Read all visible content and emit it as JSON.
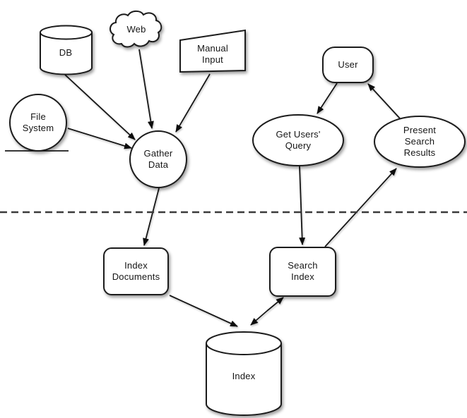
{
  "diagram": {
    "background_color": "#ffffff",
    "stroke_color": "#1a1a1a",
    "fill_color": "#ffffff",
    "divider": {
      "style": "dashed",
      "orientation": "horizontal"
    },
    "nodes": {
      "db": {
        "label": "DB",
        "shape": "cylinder"
      },
      "web": {
        "label": "Web",
        "shape": "cloud"
      },
      "manual_input": {
        "label": "Manual Input",
        "shape": "manual-input-box"
      },
      "file_system": {
        "label": "File System",
        "shape": "circle"
      },
      "gather_data": {
        "label": "Gather Data",
        "shape": "circle"
      },
      "user": {
        "label": "User",
        "shape": "rounded-rectangle"
      },
      "get_users_query": {
        "label": "Get Users' Query",
        "shape": "ellipse"
      },
      "present_search_results": {
        "label": "Present Search Results",
        "shape": "ellipse"
      },
      "index_documents": {
        "label": "Index Documents",
        "shape": "rounded-rectangle"
      },
      "search_index": {
        "label": "Search Index",
        "shape": "rounded-rectangle"
      },
      "index": {
        "label": "Index",
        "shape": "cylinder"
      }
    },
    "edges": [
      {
        "from": "db",
        "to": "gather_data",
        "arrow": "end"
      },
      {
        "from": "web",
        "to": "gather_data",
        "arrow": "end"
      },
      {
        "from": "manual_input",
        "to": "gather_data",
        "arrow": "end"
      },
      {
        "from": "file_system",
        "to": "gather_data",
        "arrow": "end"
      },
      {
        "from": "gather_data",
        "to": "index_documents",
        "arrow": "end"
      },
      {
        "from": "user",
        "to": "get_users_query",
        "arrow": "end"
      },
      {
        "from": "present_search_results",
        "to": "user",
        "arrow": "end"
      },
      {
        "from": "get_users_query",
        "to": "search_index",
        "arrow": "end"
      },
      {
        "from": "search_index",
        "to": "present_search_results",
        "arrow": "end"
      },
      {
        "from": "index_documents",
        "to": "index",
        "arrow": "end"
      },
      {
        "from": "search_index",
        "to": "index",
        "arrow": "both"
      }
    ]
  }
}
